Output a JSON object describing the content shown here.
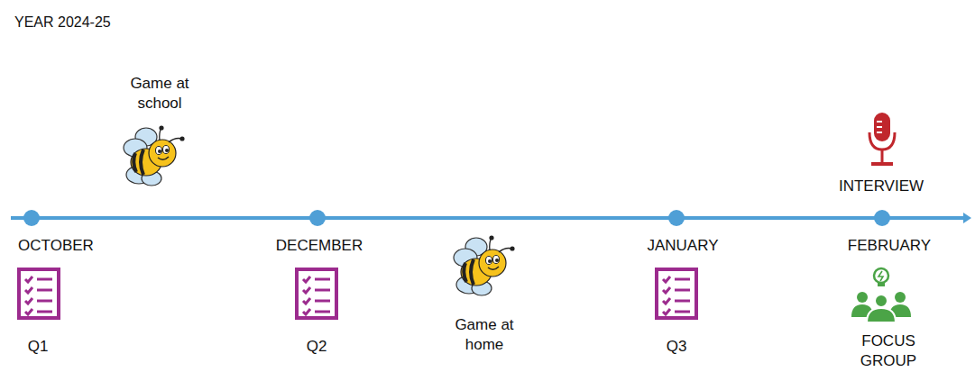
{
  "diagram": {
    "title": "YEAR 2024-25",
    "labels": [
      "Game at school",
      "INTERVIEW",
      "OCTOBER",
      "DECEMBER",
      "JANUARY",
      "FEBRUARY",
      "Game at home",
      "Q1",
      "Q2",
      "Q3",
      "FOCUS GROUP"
    ]
  }
}
